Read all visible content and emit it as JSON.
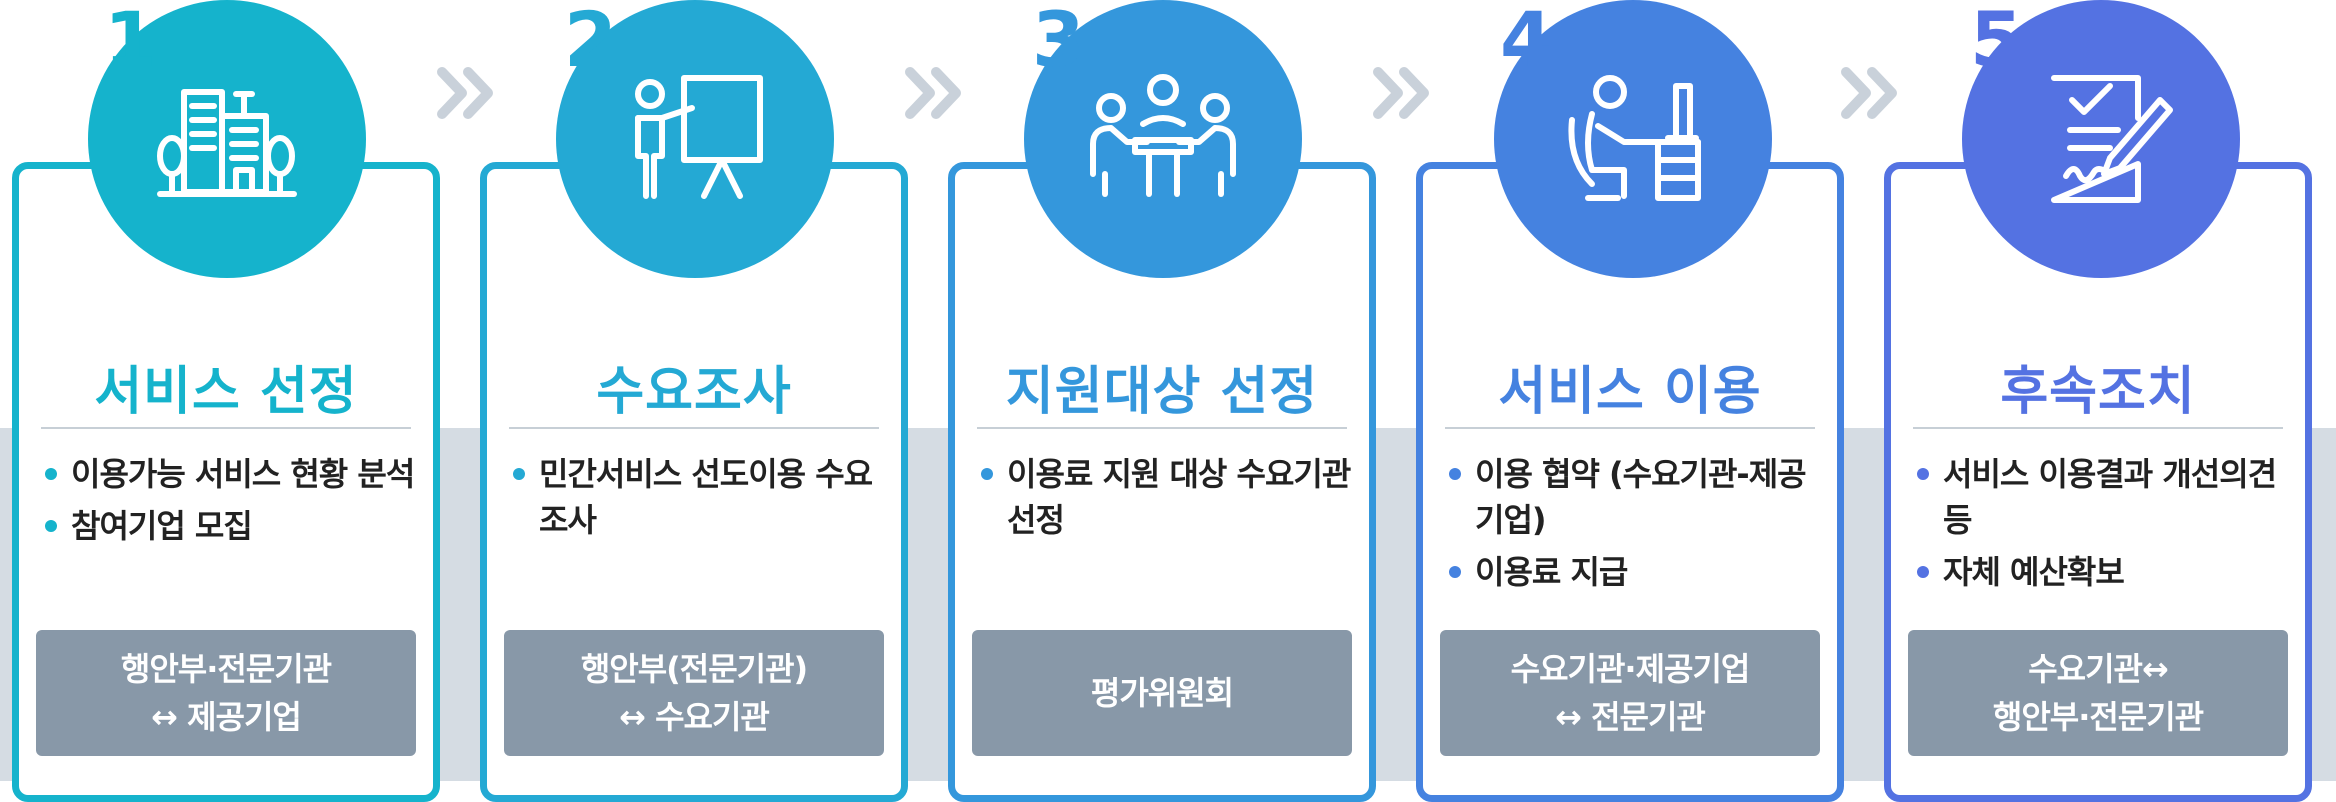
{
  "steps": [
    {
      "number": "1",
      "title": "서비스 선정",
      "icon": "buildings-icon",
      "color": "#15b3cc",
      "bullets": [
        "이용가능 서비스 현황 분석",
        "참여기업 모집"
      ],
      "actor": [
        "행안부·전문기관",
        "↔ 제공기업"
      ]
    },
    {
      "number": "2",
      "title": "수요조사",
      "icon": "presentation-icon",
      "color": "#24a9d4",
      "bullets": [
        "민간서비스 선도이용 수요조사"
      ],
      "actor": [
        "행안부(전문기관)",
        "↔ 수요기관"
      ]
    },
    {
      "number": "3",
      "title": "지원대상 선정",
      "icon": "meeting-icon",
      "color": "#3497dc",
      "bullets": [
        "이용료 지원 대상 수요기관 선정"
      ],
      "actor": [
        "평가위원회"
      ]
    },
    {
      "number": "4",
      "title": "서비스 이용",
      "icon": "computer-user-icon",
      "color": "#4582e0",
      "bullets": [
        "이용 협약 (수요기관-제공기업)",
        "이용료 지급"
      ],
      "actor": [
        "수요기관·제공기업",
        "↔ 전문기관"
      ]
    },
    {
      "number": "5",
      "title": "후속조치",
      "icon": "signed-document-icon",
      "color": "#5472e2",
      "bullets": [
        "서비스 이용결과 개선의견 등",
        "자체 예산확보"
      ],
      "actor": [
        "수요기관↔",
        "행안부·전문기관"
      ]
    }
  ],
  "arrow_icon": "double-chevron-right-icon",
  "arrow_color": "#c9d1da"
}
